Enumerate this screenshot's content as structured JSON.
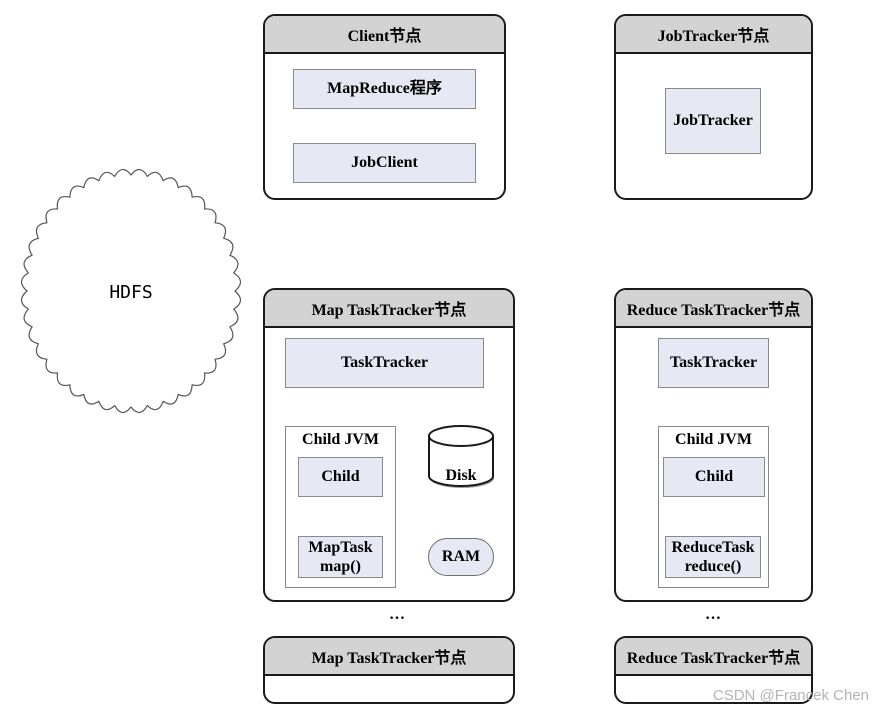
{
  "hdfs": {
    "label": "HDFS"
  },
  "client_node": {
    "title": "Client节点",
    "components": [
      "MapReduce程序",
      "JobClient"
    ]
  },
  "jobtracker_node": {
    "title": "JobTracker节点",
    "component": "JobTracker"
  },
  "map_node": {
    "title": "Map TaskTracker节点",
    "tasktracker": "TaskTracker",
    "jvm_label": "Child JVM",
    "child": "Child",
    "task_line1": "MapTask",
    "task_line2": "map()",
    "disk": "Disk",
    "ram": "RAM"
  },
  "reduce_node": {
    "title": "Reduce TaskTracker节点",
    "tasktracker": "TaskTracker",
    "jvm_label": "Child JVM",
    "child": "Child",
    "task_line1": "ReduceTask",
    "task_line2": "reduce()"
  },
  "ellipsis": "…",
  "map_node_2": {
    "title": "Map TaskTracker节点"
  },
  "reduce_node_2": {
    "title": "Reduce TaskTracker节点"
  },
  "watermark": "CSDN @Francek Chen"
}
